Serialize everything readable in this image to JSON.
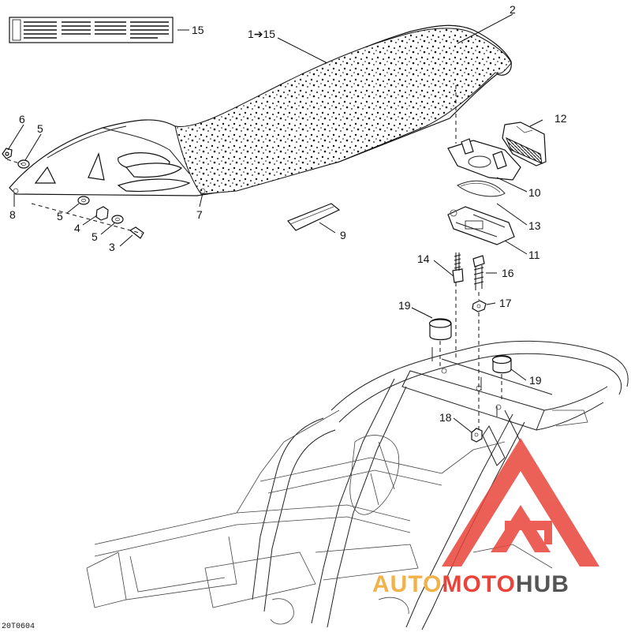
{
  "figure_id": "20T0604",
  "callouts": {
    "c1": "1➔15",
    "c2": "2",
    "c3": "3",
    "c4": "4",
    "c5a": "5",
    "c5b": "5",
    "c5c": "5",
    "c6": "6",
    "c7": "7",
    "c8": "8",
    "c9": "9",
    "c10": "10",
    "c11": "11",
    "c12": "12",
    "c13": "13",
    "c14": "14",
    "c15": "15",
    "c16": "16",
    "c17": "17",
    "c18": "18",
    "c19a": "19",
    "c19b": "19"
  },
  "watermark": {
    "word_part1": "AUTO",
    "word_part2": "MOTO",
    "word_part3": "HUB",
    "color_orange": "#f2b24a",
    "color_red": "#e8443a",
    "color_gray": "#555555"
  }
}
